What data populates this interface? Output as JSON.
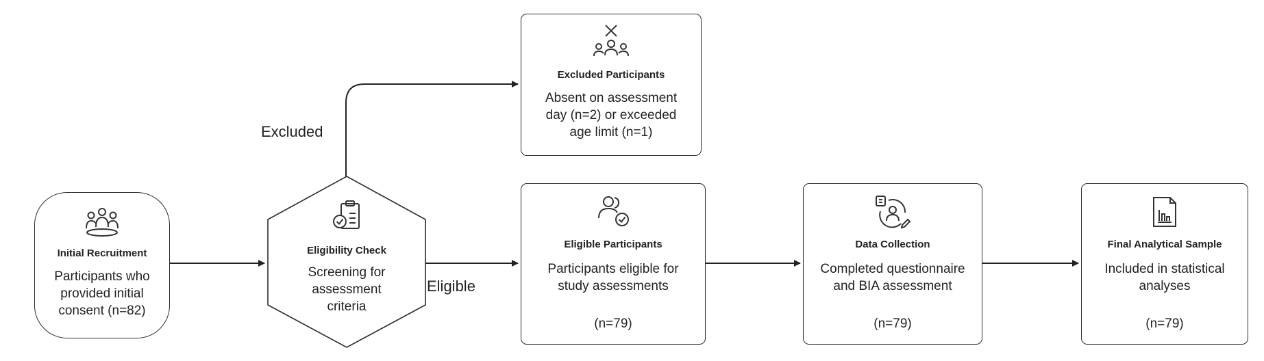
{
  "edges": {
    "excluded_label": "Excluded",
    "eligible_label": "Eligible"
  },
  "nodes": {
    "initial": {
      "title": "Initial Recruitment",
      "desc": "Participants who provided initial consent (n=82)",
      "icon": "group-people-icon"
    },
    "eligibility": {
      "title": "Eligibility Check",
      "desc": "Screening for assessment criteria",
      "icon": "clipboard-check-icon"
    },
    "excluded": {
      "title": "Excluded Participants",
      "desc": "Absent on assessment day (n=2) or exceeded age limit (n=1)",
      "icon": "excluded-people-icon"
    },
    "eligible": {
      "title": "Eligible Participants",
      "desc": "Participants eligible for study assessments",
      "count": "(n=79)",
      "icon": "people-check-icon"
    },
    "collection": {
      "title": "Data Collection",
      "desc": "Completed questionnaire and BIA assessment",
      "count": "(n=79)",
      "icon": "data-collection-icon"
    },
    "final": {
      "title": "Final Analytical Sample",
      "desc": "Included in statistical analyses",
      "count": "(n=79)",
      "icon": "report-chart-icon"
    }
  }
}
